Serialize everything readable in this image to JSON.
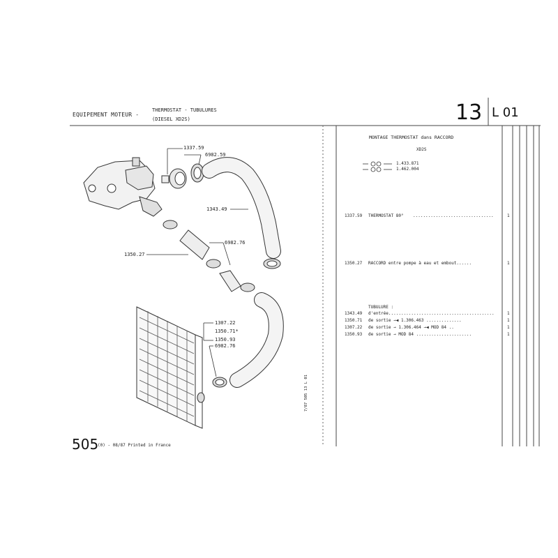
{
  "header": {
    "section_title": "EQUIPEMENT MOTEUR -",
    "subtitle_line1": "THERMOSTAT - TUBULURES",
    "subtitle_line2": "(DIESEL XD2S)",
    "page_number": "13",
    "page_code": "L 01"
  },
  "diagram_labels": {
    "l1": "1337.59",
    "l2": "6982.59",
    "l3": "1343.49",
    "l4": "6982.76",
    "l5": "1350.27",
    "l6a": "1307.22",
    "l6b": "1350.71*",
    "l6c": "1350.93",
    "l7": "6982.76"
  },
  "right_panel": {
    "montage_title": "MONTAGE THERMOSTAT dans RACCORD",
    "engine_code": "XD2S",
    "ref1": "1.433.871",
    "ref2": "1.462.004",
    "parts": [
      {
        "ref": "1337.59",
        "desc": "THERMOSTAT 80°",
        "dots": "................................",
        "qty": "1"
      },
      {
        "ref": "1350.27",
        "desc": "RACCORD entre pompe à eau et embout......",
        "dots": "",
        "qty": "1"
      }
    ],
    "tubulure_title": "TUBULURE :",
    "tubulure_rows": [
      {
        "ref": "1343.49",
        "desc": "d'entrée..........................................",
        "qty": "1"
      },
      {
        "ref": "1350.71",
        "desc": "de sortie →◀ 1.306.463 ..............",
        "qty": "1"
      },
      {
        "ref": "1307.22",
        "desc": "de sortie → 1.306.464 →◀ MOD 84 ..",
        "qty": "1"
      },
      {
        "ref": "1350.93",
        "desc": "de sortie → MOD 84 ......................",
        "qty": "1"
      }
    ]
  },
  "footer": {
    "number": "505",
    "text": "(0) - 08/87 Printed in France",
    "vertical_code": "7/87 505 13 L 01"
  }
}
